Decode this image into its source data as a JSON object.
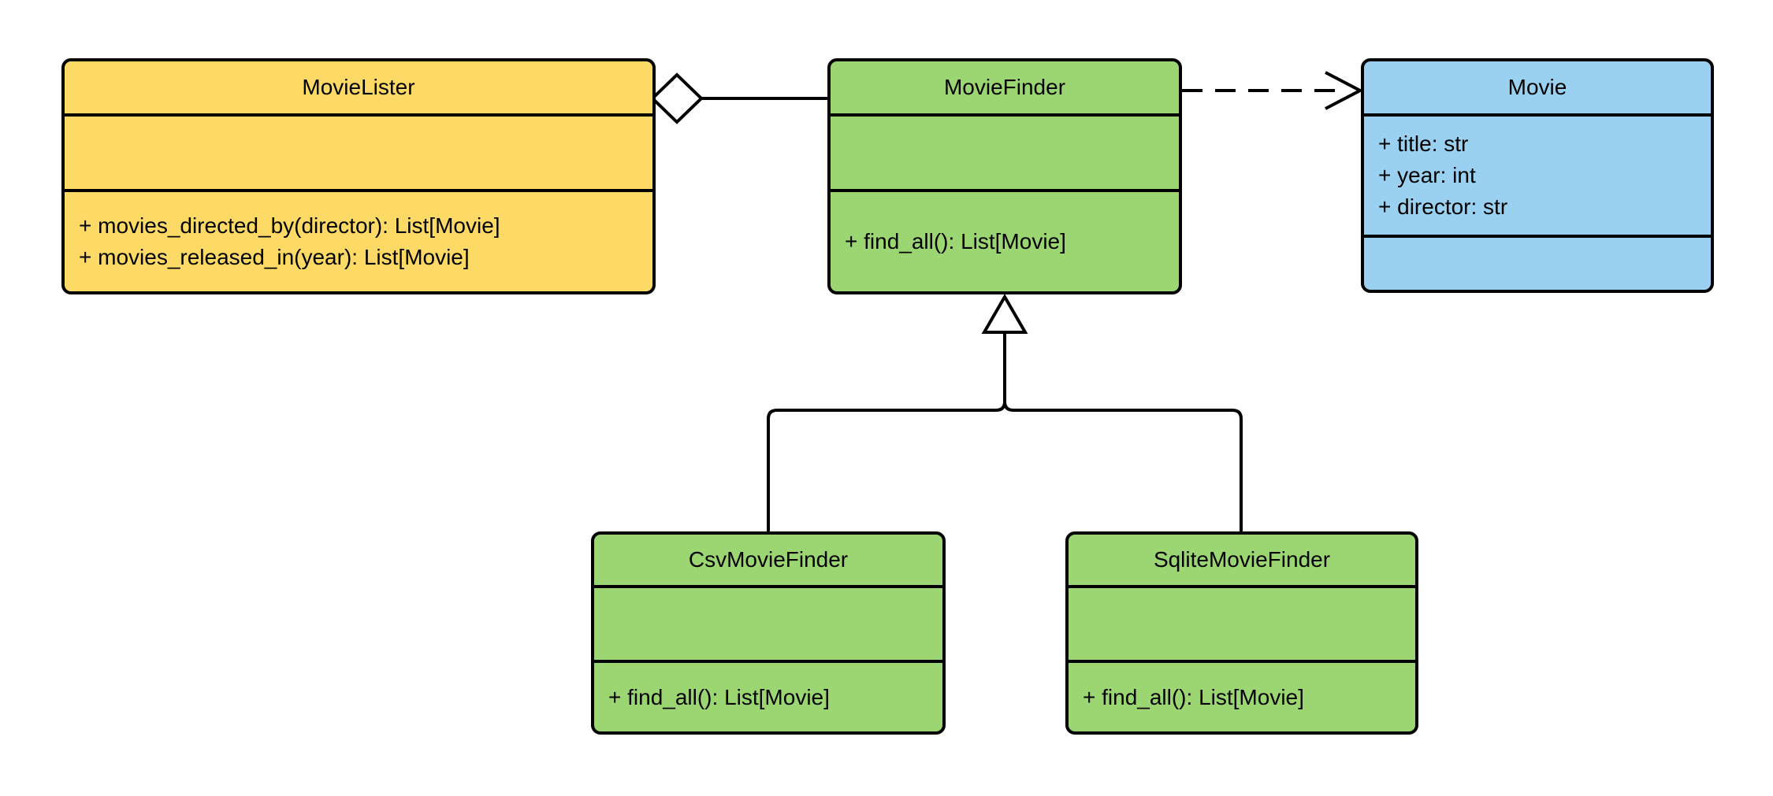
{
  "diagram": {
    "kind": "uml-class-diagram",
    "background_color": "#ffffff",
    "stroke_color": "#000000"
  },
  "colors": {
    "yellow_fill": "#FDD966",
    "green_fill": "#9CD673",
    "blue_fill": "#9AD1F1",
    "stroke": "#000000",
    "arrowhead_fill": "#ffffff"
  },
  "classes": [
    {
      "name": "MovieLister",
      "fill": "#FDD966",
      "attributes": [],
      "methods": [
        "+ movies_directed_by(director): List[Movie]",
        "+ movies_released_in(year): List[Movie]"
      ]
    },
    {
      "name": "MovieFinder",
      "fill": "#9CD673",
      "attributes": [],
      "methods": [
        "+ find_all(): List[Movie]"
      ]
    },
    {
      "name": "Movie",
      "fill": "#9AD1F1",
      "attributes": [
        "+ title: str",
        "+ year: int",
        "+ director: str"
      ],
      "methods": []
    },
    {
      "name": "CsvMovieFinder",
      "fill": "#9CD673",
      "attributes": [],
      "methods": [
        "+ find_all(): List[Movie]"
      ]
    },
    {
      "name": "SqliteMovieFinder",
      "fill": "#9CD673",
      "attributes": [],
      "methods": [
        "+ find_all(): List[Movie]"
      ]
    }
  ],
  "relationships": [
    {
      "type": "aggregation",
      "from": "MovieLister",
      "to": "MovieFinder",
      "line": "solid",
      "marker": "hollow-diamond"
    },
    {
      "type": "dependency",
      "from": "MovieFinder",
      "to": "Movie",
      "line": "dashed",
      "marker": "open-arrow"
    },
    {
      "type": "generalization",
      "from": "CsvMovieFinder",
      "to": "MovieFinder",
      "line": "solid",
      "marker": "hollow-triangle"
    },
    {
      "type": "generalization",
      "from": "SqliteMovieFinder",
      "to": "MovieFinder",
      "line": "solid",
      "marker": "hollow-triangle"
    }
  ]
}
